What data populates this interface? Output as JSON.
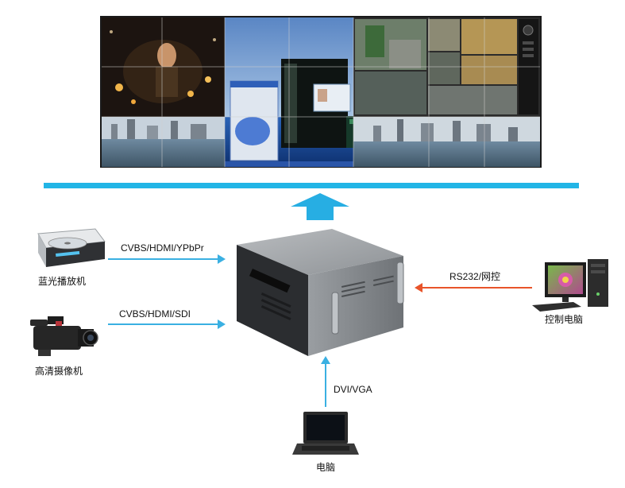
{
  "wall": {
    "icon": "video-wall-icon",
    "panels": [
      {
        "name": "panel-movie",
        "icon": "movie-scene-icon"
      },
      {
        "name": "panel-desktop",
        "icon": "desktop-windows-icon"
      },
      {
        "name": "panel-cctv",
        "icon": "surveillance-grid-icon"
      },
      {
        "name": "panel-city",
        "icon": "city-skyline-icon"
      }
    ]
  },
  "processor": {
    "icon": "video-matrix-processor-icon"
  },
  "devices": {
    "bluray": {
      "label": "蓝光播放机",
      "icon": "bluray-player-icon"
    },
    "camcorder": {
      "label": "高清摄像机",
      "icon": "hd-camcorder-icon"
    },
    "control_pc": {
      "label": "控制电脑",
      "icon": "desktop-computer-icon"
    },
    "laptop": {
      "label": "电脑",
      "icon": "laptop-icon"
    }
  },
  "connections": {
    "bluray": "CVBS/HDMI/YPbPr",
    "camcorder": "CVBS/HDMI/SDI",
    "control": "RS232/网控",
    "laptop": "DVI/VGA"
  },
  "colors": {
    "bus": "#22b5e6",
    "input_arrow": "#3ab0e2",
    "control_arrow": "#e8542a",
    "output_arrow": "#27aee3"
  }
}
